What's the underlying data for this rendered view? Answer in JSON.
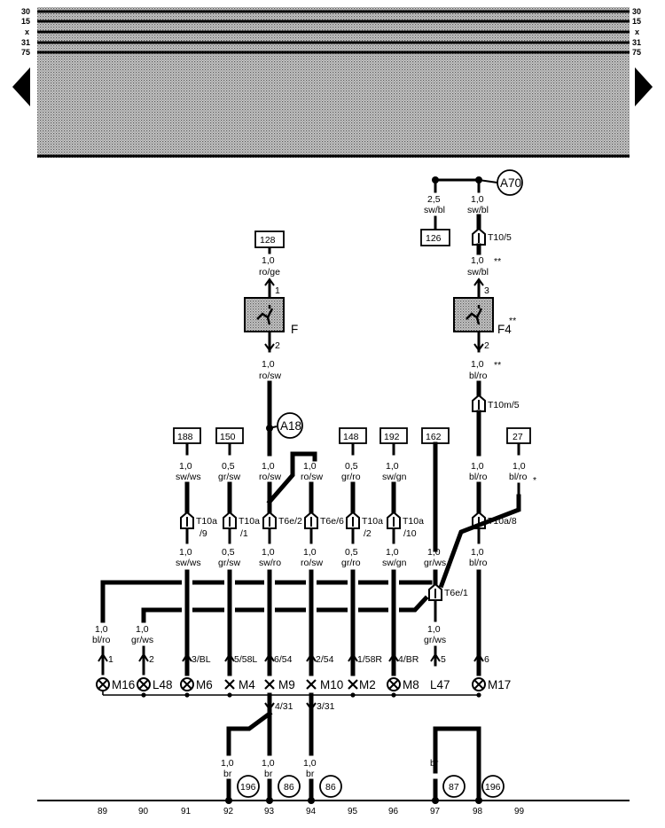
{
  "bus_labels": [
    "30",
    "15",
    "x",
    "31",
    "75"
  ],
  "ref_boxes": {
    "top_left": "128",
    "top_right": "126",
    "r188": "188",
    "r150": "150",
    "r148": "148",
    "r192": "192",
    "r162": "162",
    "r27": "27"
  },
  "circle_refs": {
    "a70": "A70",
    "a18": "A18",
    "c196a": "196",
    "c86a": "86",
    "c86b": "86",
    "c87": "87",
    "c196b": "196"
  },
  "components": {
    "F": "F",
    "F4": "F4",
    "M16": "M16",
    "L48": "L48",
    "M6": "M6",
    "M4": "M4",
    "M9": "M9",
    "M10": "M10",
    "M2": "M2",
    "M8": "M8",
    "L47": "L47",
    "M17": "M17"
  },
  "connectors": {
    "t10_5": "T10/5",
    "t10m_5": "T10m/5",
    "t10a_9": "T10a",
    "t10a_9s": "/9",
    "t10a_1": "T10a",
    "t10a_1s": "/1",
    "t6e_2": "T6e/2",
    "t6e_6": "T6e/6",
    "t10a_2": "T10a",
    "t10a_2s": "/2",
    "t10a_10": "T10a",
    "t10a_10s": "/10",
    "t10a_8": "T10a/8",
    "t6e_1": "T6e/1"
  },
  "wire_labels": {
    "w25_size": "2,5",
    "w25_color": "sw/bl",
    "wA70_size": "1,0",
    "wA70_color": "sw/bl",
    "wF_top_size": "1,0",
    "wF_top_color": "ro/ge",
    "wF_bot_size": "1,0",
    "wF_bot_color": "ro/sw",
    "wF4_top_size": "1,0",
    "wF4_top_color": "sw/bl",
    "wF4_top_mark": "**",
    "wF4_bot_size": "1,0",
    "wF4_bot_color": "bl/ro",
    "wF4_bot_mark": "**",
    "f4_mark": "**",
    "u188_size": "1,0",
    "u188_color": "sw/ws",
    "u150_size": "0,5",
    "u150_color": "gr/sw",
    "u93_size": "1,0",
    "u93_color": "ro/sw",
    "u94_size": "1,0",
    "u94_color": "ro/sw",
    "u148_size": "0,5",
    "u148_color": "gr/ro",
    "u192_size": "1,0",
    "u192_color": "sw/gn",
    "u98_size": "1,0",
    "u98_color": "bl/ro",
    "u27_size": "1,0",
    "u27_color": "bl/ro",
    "u27_mark": "*",
    "l91_size": "1,0",
    "l91_color": "sw/ws",
    "l92_size": "0,5",
    "l92_color": "gr/sw",
    "l93_size": "1,0",
    "l93_color": "sw/ro",
    "l94_size": "1,0",
    "l94_color": "ro/sw",
    "l95_size": "0,5",
    "l95_color": "gr/ro",
    "l96_size": "1,0",
    "l96_color": "sw/gn",
    "l97_size": "1,0",
    "l97_color": "gr/ws",
    "l98_size": "1,0",
    "l98_color": "bl/ro",
    "m16_size": "1,0",
    "m16_color": "bl/ro",
    "l48_size": "1,0",
    "l48_color": "gr/ws",
    "l47_size": "1,0",
    "l47_color": "gr/ws",
    "g92_size": "1,0",
    "g92_color": "br",
    "g93_size": "1,0",
    "g93_color": "br",
    "g94_size": "1,0",
    "g94_color": "br",
    "g97_color": "br"
  },
  "pins": {
    "f1": "1",
    "f2": "2",
    "f4_3": "3",
    "f4_2": "2",
    "m16": "1",
    "l48": "2",
    "m6": "3/BL",
    "m4": "5/58L",
    "m9": "6/54",
    "m10": "2/54",
    "m2": "1/58R",
    "m8": "4/BR",
    "l47": "5",
    "m17": "6",
    "g93": "4/31",
    "g94": "3/31"
  },
  "track_numbers": [
    "89",
    "90",
    "91",
    "92",
    "93",
    "94",
    "95",
    "96",
    "97",
    "98",
    "99"
  ]
}
